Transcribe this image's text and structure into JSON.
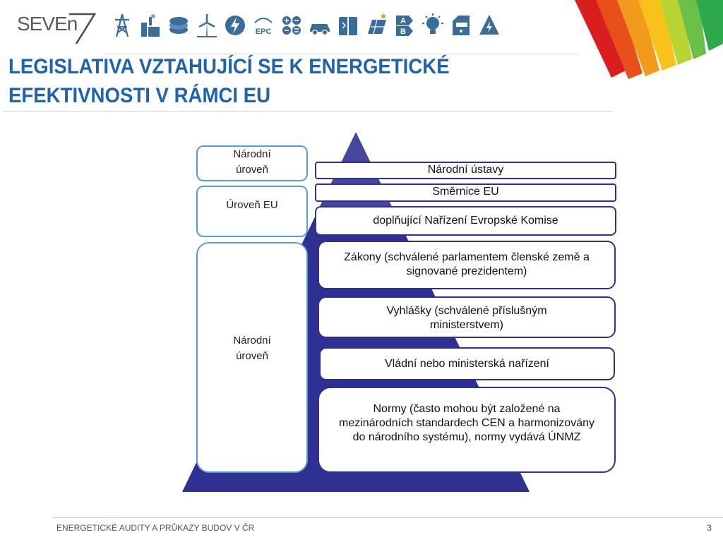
{
  "header": {
    "logo_text": "SEVEn",
    "icons": [
      "power-pylon-icon",
      "factory-icon",
      "coins-icon",
      "wind-turbine-icon",
      "lightning-icon",
      "epc-icon",
      "calculator-icon",
      "car-icon",
      "book-icon",
      "solar-panel-icon",
      "energy-label-icon",
      "lightbulb-icon",
      "meter-icon",
      "warning-icon"
    ],
    "epc_label": "EPC",
    "brand_color": "#1f62ad"
  },
  "title": {
    "line1": "LEGISLATIVA VZTAHUJÍCÍ SE K ENERGETICKÉ",
    "line2": "EFEKTIVNOSTI V RÁMCI EU"
  },
  "levels": {
    "top": "Národní úroveň",
    "eu": "Úroveň EU",
    "national": "Národní úroveň"
  },
  "tiers": [
    "Národní ústavy",
    "Směrnice EU",
    "doplňující Nařízení Evropské Komise",
    "Zákony (schválené parlamentem členské země a signované prezidentem)",
    "Vyhlášky (schválené příslušným ministerstvem)",
    "Vládní nebo ministerská nařízení",
    "Normy (často mohou být založené na mezinárodních standardech CEN a harmonizovány do národního systému), normy vydává ÚNMZ"
  ],
  "footer": {
    "text": "ENERGETICKÉ AUDITY A PRŮKAZY BUDOV V ČR",
    "page": "3"
  }
}
